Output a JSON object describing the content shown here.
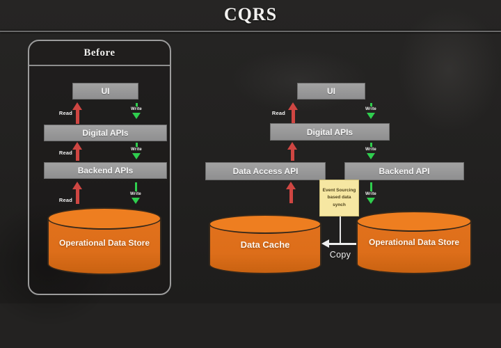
{
  "title": "CQRS",
  "labels": {
    "read": "Read",
    "write": "Write",
    "copy": "Copy"
  },
  "before": {
    "title": "Before",
    "ui": "UI",
    "digital_apis": "Digital APIs",
    "backend_apis": "Backend APIs",
    "datastore": "Operational Data Store"
  },
  "after": {
    "ui": "UI",
    "digital_apis": "Digital APIs",
    "data_access_api": "Data Access API",
    "backend_api": "Backend API",
    "data_cache": "Data Cache",
    "datastore": "Operational Data Store",
    "note": "Event Sourcing based data synch"
  },
  "colors": {
    "background": "#232221",
    "box_gray": "#999999",
    "cylinder_orange": "#dd6f1a",
    "read_red": "#cf4642",
    "write_green": "#2fce4e",
    "note_yellow": "#f6e7a2"
  }
}
